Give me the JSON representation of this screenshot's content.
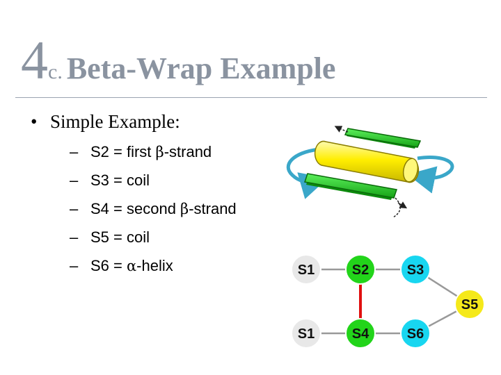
{
  "title": {
    "number": "4",
    "letter": "c",
    "separator": ".",
    "text": "Beta-Wrap Example"
  },
  "bullet": {
    "label": "Simple Example:"
  },
  "items": [
    {
      "prefix": "S2 = first ",
      "greek": "β",
      "suffix": "-strand"
    },
    {
      "prefix": "S3 = coil",
      "greek": "",
      "suffix": ""
    },
    {
      "prefix": "S4 = second ",
      "greek": "β",
      "suffix": "-strand"
    },
    {
      "prefix": "S5 = coil",
      "greek": "",
      "suffix": ""
    },
    {
      "prefix": "S6 = ",
      "greek": "α",
      "suffix": "-helix"
    }
  ],
  "graph": {
    "nodes": [
      {
        "id": "S1",
        "color": "#e8e8e8"
      },
      {
        "id": "S2",
        "color": "#22d41a"
      },
      {
        "id": "S3",
        "color": "#18d6f0"
      },
      {
        "id": "S5",
        "color": "#f5e91a"
      },
      {
        "id": "S1",
        "color": "#e8e8e8"
      },
      {
        "id": "S4",
        "color": "#22d41a"
      },
      {
        "id": "S6",
        "color": "#18d6f0"
      }
    ],
    "edges": [
      {
        "from": 0,
        "to": 1,
        "color": "#999999"
      },
      {
        "from": 1,
        "to": 2,
        "color": "#999999"
      },
      {
        "from": 2,
        "to": 3,
        "color": "#999999"
      },
      {
        "from": 4,
        "to": 5,
        "color": "#999999"
      },
      {
        "from": 5,
        "to": 6,
        "color": "#999999"
      },
      {
        "from": 6,
        "to": 3,
        "color": "#999999"
      },
      {
        "from": 1,
        "to": 5,
        "color": "#e01010"
      }
    ]
  },
  "colors": {
    "title": "#8a93a0",
    "strand": "#22cc22",
    "helix": "#ffee00",
    "coil_arrow": "#3aa7c9"
  }
}
